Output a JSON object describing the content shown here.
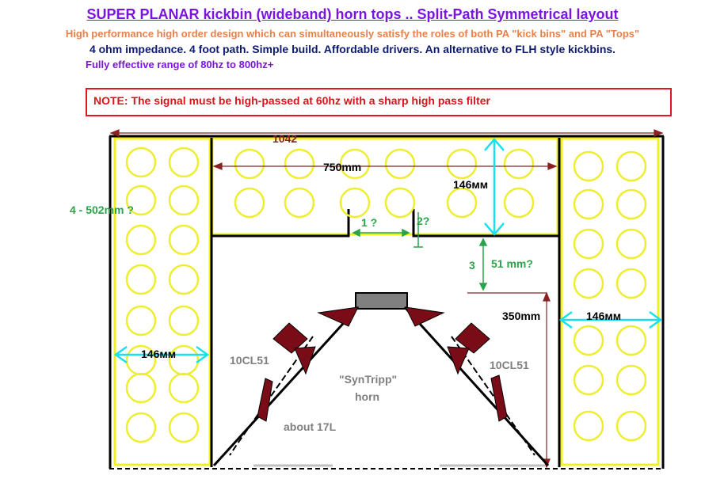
{
  "header": {
    "title": "SUPER PLANAR kickbin (wideband) horn tops ..  Split-Path Symmetrical layout",
    "subtitle": "High performance high order design which can simultaneously satisfy the roles of both PA \"kick bins\" and PA \"Tops\"",
    "specs": "4 ohm impedance.   4 foot path.  Simple build.  Affordable drivers.  An alternative to FLH style kickbins.",
    "range": "Fully effective range of 80hz to 800hz+"
  },
  "note": "NOTE:   The signal must be high-passed at 60hz with a sharp high pass filter",
  "labels": {
    "total_width": "1042",
    "inner_width": "750mm",
    "top_depth": "146мм",
    "left_count": "4 - 502mm ?",
    "gap1": "1 ?",
    "gap2": "2?",
    "gap3": "3",
    "gap3_value": "51 mm?",
    "throat_height": "350mm",
    "right_depth": "146мм",
    "left_depth": "146мм",
    "driver_left": "10CL51",
    "driver_right": "10CL51",
    "horn_name_1": "\"SynTripp\"",
    "horn_name_2": "horn",
    "volume": "about 17L"
  },
  "colors": {
    "title": "#7b14e0",
    "subtitle": "#e8804a",
    "specs": "#0d1a70",
    "note": "#d8141c",
    "panel": "#f2f020",
    "circle": "#eeee30",
    "dim_red": "#8b2020",
    "green_label": "#2aa44a",
    "cyan_arrow": "#18e0f0",
    "driver": "#7a0c18",
    "horn_text": "#808080"
  }
}
